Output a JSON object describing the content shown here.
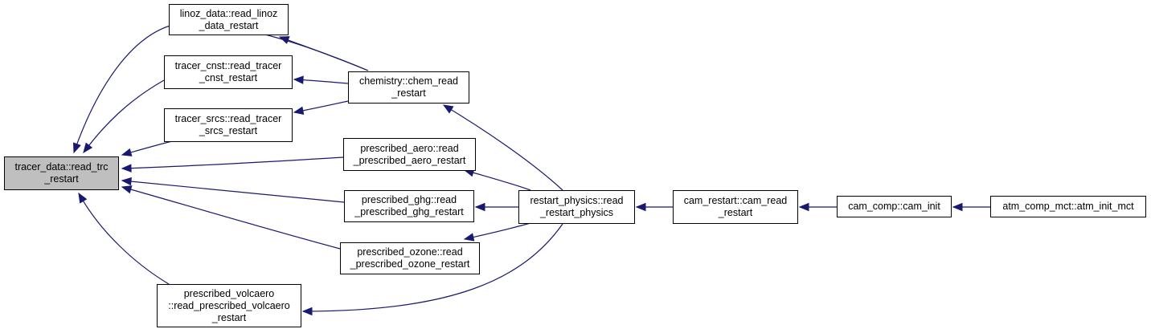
{
  "colors": {
    "edge": "#191970",
    "node_border": "#000000",
    "root_fill": "#bfbfbf",
    "node_fill": "#ffffff"
  },
  "nodes": {
    "root": "tracer_data::read_trc\n_restart",
    "linoz": "linoz_data::read_linoz\n_data_restart",
    "tracer_cnst": "tracer_cnst::read_tracer\n_cnst_restart",
    "tracer_srcs": "tracer_srcs::read_tracer\n_srcs_restart",
    "chem": "chemistry::chem_read\n_restart",
    "aero": "prescribed_aero::read\n_prescribed_aero_restart",
    "ghg": "prescribed_ghg::read\n_prescribed_ghg_restart",
    "ozone": "prescribed_ozone::read\n_prescribed_ozone_restart",
    "volcaero": "prescribed_volcaero\n::read_prescribed_volcaero\n_restart",
    "restart_physics": "restart_physics::read\n_restart_physics",
    "cam_restart": "cam_restart::cam_read\n_restart",
    "cam_init": "cam_comp::cam_init",
    "atm_init": "atm_comp_mct::atm_init_mct"
  },
  "edges": [
    {
      "from": "linoz",
      "to": "root"
    },
    {
      "from": "tracer_cnst",
      "to": "root"
    },
    {
      "from": "tracer_srcs",
      "to": "root"
    },
    {
      "from": "aero",
      "to": "root"
    },
    {
      "from": "ghg",
      "to": "root"
    },
    {
      "from": "ozone",
      "to": "root"
    },
    {
      "from": "volcaero",
      "to": "root"
    },
    {
      "from": "chem",
      "to": "linoz"
    },
    {
      "from": "chem",
      "to": "tracer_cnst"
    },
    {
      "from": "chem",
      "to": "tracer_srcs"
    },
    {
      "from": "restart_physics",
      "to": "chem"
    },
    {
      "from": "restart_physics",
      "to": "aero"
    },
    {
      "from": "restart_physics",
      "to": "ghg"
    },
    {
      "from": "restart_physics",
      "to": "ozone"
    },
    {
      "from": "restart_physics",
      "to": "volcaero"
    },
    {
      "from": "cam_restart",
      "to": "restart_physics"
    },
    {
      "from": "cam_init",
      "to": "cam_restart"
    },
    {
      "from": "atm_init",
      "to": "cam_init"
    }
  ]
}
